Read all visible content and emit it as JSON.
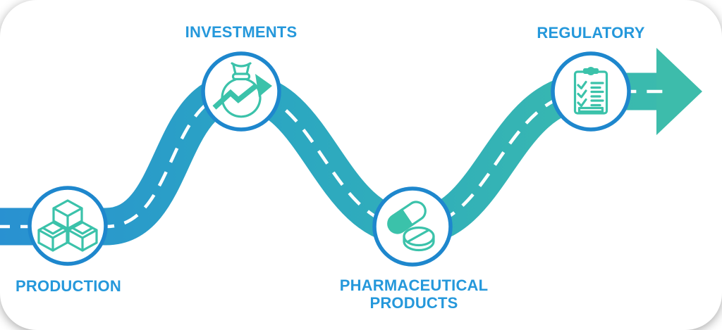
{
  "stages": [
    {
      "id": "production",
      "label": "PRODUCTION",
      "icon": "boxes-icon"
    },
    {
      "id": "investments",
      "label": "INVESTMENTS",
      "icon": "money-bag-growth-icon"
    },
    {
      "id": "pharmaceutical-products",
      "label": "PHARMACEUTICAL PRODUCTS",
      "icon": "pills-icon"
    },
    {
      "id": "regulatory",
      "label": "REGULATORY",
      "icon": "clipboard-checklist-icon"
    }
  ],
  "colors": {
    "road_start": "#2991d1",
    "road_mid": "#2ba6c2",
    "road_mid2": "#35b4b4",
    "road_end": "#3dbdab",
    "arrow": "#3dbcab",
    "ring": "#1e87cd",
    "icon": "#3bc2aa",
    "label": "#2598db",
    "centerline": "#ffffff",
    "background": "#ffffff"
  }
}
